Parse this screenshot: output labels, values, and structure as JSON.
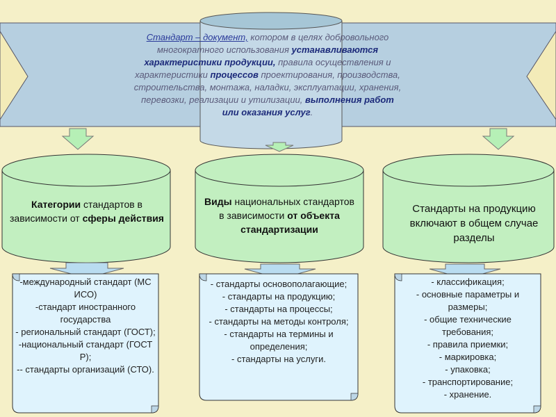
{
  "definition": {
    "part1_link": "Стандарт – документ,",
    "part2": " котором в целях добровольного многократного использования",
    "part3_bold": "устанавливаются характеристики продукции,",
    "part4": "правила осуществления и характеристики",
    "part5_bold": "процессов",
    "part6": " проектирования, производства, строительства, монтажа, наладки, эксплуатации, хранения, перевозки, реализации и утилизации,",
    "part7_bold": "выполнения работ или оказания услуг",
    "part8": "."
  },
  "categories": [
    {
      "heading_bold1": "Категории",
      "heading_normal": " стандартов в зависимости от ",
      "heading_bold2": "сферы действия",
      "items": [
        "-международный стандарт (МС ИСО)",
        "-стандарт иностранного государства",
        "- региональный стандарт (ГОСТ);",
        "-национальный стандарт (ГОСТ Р);",
        "-- стандарты организаций (СТО)."
      ]
    },
    {
      "heading_bold1": "Виды",
      "heading_normal": " национальных стандартов в зависимости ",
      "heading_bold2": "от объекта стандартизации",
      "items": [
        "- стандарты основополагающие;",
        "- стандарты на продукцию;",
        "- стандарты на процессы;",
        "- стандарты на методы контроля;",
        "- стандарты на термины и определения;",
        "- стандарты на услуги."
      ]
    },
    {
      "heading_bold1": "",
      "heading_normal": "Стандарты на продукцию включают в общем случае разделы",
      "heading_bold2": "",
      "items": [
        "- классификация;",
        "- основные параметры и размеры;",
        "- общие технические требования;",
        "- правила приемки;",
        "- маркировка;",
        "- упаковка;",
        "- транспортирование;",
        "- хранение."
      ]
    }
  ],
  "colors": {
    "background": "#f5f0c8",
    "banner": "#b6cfe0",
    "cylinder_top": "#a6c6d6",
    "cylinder_green": "#c2efc0",
    "arrow_green": "#b6f0b6",
    "arrow_blue": "#b9dcf0",
    "scroll": "#dff3fd"
  }
}
